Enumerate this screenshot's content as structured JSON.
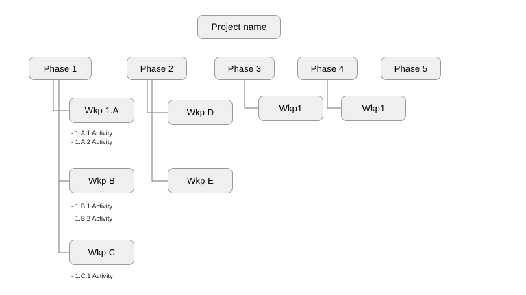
{
  "diagram": {
    "title_box": {
      "label": "Project name"
    },
    "phases": [
      {
        "id": "phase-1",
        "label": "Phase 1"
      },
      {
        "id": "phase-2",
        "label": "Phase 2"
      },
      {
        "id": "phase-3",
        "label": "Phase 3"
      },
      {
        "id": "phase-4",
        "label": "Phase 4"
      },
      {
        "id": "phase-5",
        "label": "Phase 5"
      }
    ],
    "work_packages": [
      {
        "id": "wkp-1a",
        "label": "Wkp 1.A",
        "parent": "Phase 1"
      },
      {
        "id": "wkp-b",
        "label": "Wkp B",
        "parent": "Phase 1"
      },
      {
        "id": "wkp-c",
        "label": "Wkp C",
        "parent": "Phase 1"
      },
      {
        "id": "wkp-d",
        "label": "Wkp D",
        "parent": "Phase 2"
      },
      {
        "id": "wkp-e",
        "label": "Wkp E",
        "parent": "Phase 2"
      },
      {
        "id": "wkp-p3",
        "label": "Wkp1",
        "parent": "Phase 3"
      },
      {
        "id": "wkp-p4",
        "label": "Wkp1",
        "parent": "Phase 4"
      }
    ],
    "activity_groups": [
      {
        "id": "activities-wkp-1a",
        "owner": "Wkp 1.A",
        "lines": [
          "- 1.A.1 Activity",
          "- 1.A.2 Activity"
        ]
      },
      {
        "id": "activities-wkp-b",
        "owner": "Wkp B",
        "lines": [
          "- 1.B.1 Activity",
          "- 1.B.2 Activity"
        ]
      },
      {
        "id": "activities-wkp-c",
        "owner": "Wkp C",
        "lines": [
          "- 1.C.1 Activity"
        ]
      }
    ],
    "colors": {
      "node_fill": "#efefef",
      "node_border": "#999999",
      "connector": "#8c8c8c",
      "text": "#000000",
      "background": "#ffffff"
    }
  }
}
